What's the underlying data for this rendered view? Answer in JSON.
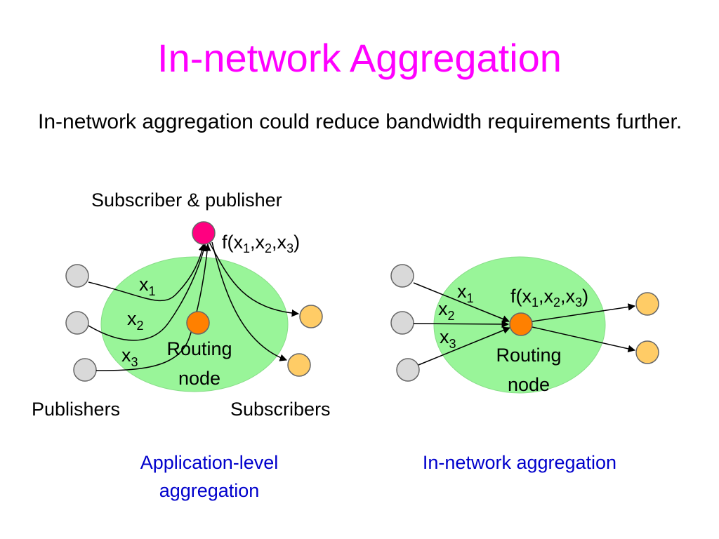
{
  "slide": {
    "title": "In-network Aggregation",
    "body": "In-network aggregation could reduce bandwidth requirements further."
  },
  "colors": {
    "title": "#ff00ff",
    "ellipse_fill": "#99f599",
    "publisher_node": "#d9d9d9",
    "subscriber_node": "#ffcc66",
    "routing_node": "#ff8000",
    "subscriber_publisher_node": "#ff0080",
    "caption": "#0000cc"
  },
  "left_diagram": {
    "subscriber_publisher_label": "Subscriber & publisher",
    "function_label": {
      "base": "f(x",
      "v1": "1",
      "v2": "2",
      "v3": "3"
    },
    "x1": {
      "base": "x",
      "sub": "1"
    },
    "x2": {
      "base": "x",
      "sub": "2"
    },
    "x3": {
      "base": "x",
      "sub": "3"
    },
    "routing_line1": "Routing",
    "routing_line2": "node",
    "publishers_label": "Publishers",
    "subscribers_label": "Subscribers",
    "caption_line1": "Application-level",
    "caption_line2": "aggregation"
  },
  "right_diagram": {
    "function_label": {
      "base": "f(x",
      "v1": "1",
      "v2": "2",
      "v3": "3"
    },
    "x1": {
      "base": "x",
      "sub": "1"
    },
    "x2": {
      "base": "x",
      "sub": "2"
    },
    "x3": {
      "base": "x",
      "sub": "3"
    },
    "routing_line1": "Routing",
    "routing_line2": "node",
    "caption": "In-network aggregation"
  }
}
